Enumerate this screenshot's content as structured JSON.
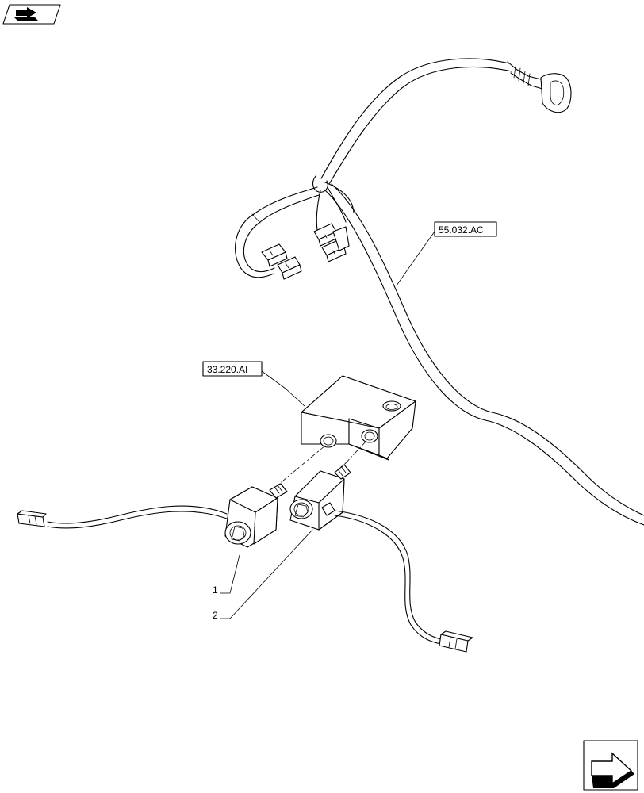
{
  "callouts": {
    "harness_ref": "55.032.AC",
    "block_ref": "33.220.AI"
  },
  "item_labels": {
    "item_1": "1",
    "item_2": "2"
  },
  "icons": {
    "top_left": "book-arrow-icon",
    "bottom_right": "next-page-arrow-icon"
  }
}
